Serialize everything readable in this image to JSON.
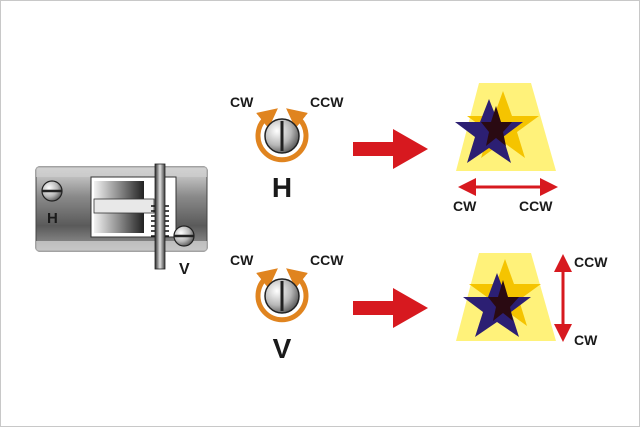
{
  "device": {
    "h_screw_label": "H",
    "v_screw_label": "V"
  },
  "horizontal": {
    "cw_label": "CW",
    "ccw_label": "CCW",
    "knob_label": "H",
    "result_cw_label": "CW",
    "result_ccw_label": "CCW"
  },
  "vertical": {
    "cw_label": "CW",
    "ccw_label": "CCW",
    "knob_label": "V",
    "result_cw_label": "CW",
    "result_ccw_label": "CCW"
  },
  "colors": {
    "arrow_orange": "#e0841f",
    "arrow_red": "#d7191f",
    "beam_yellow": "#fff27a",
    "star_gold": "#f5c400",
    "star_navy": "#2c1f73",
    "star_dark": "#2a0a12"
  }
}
